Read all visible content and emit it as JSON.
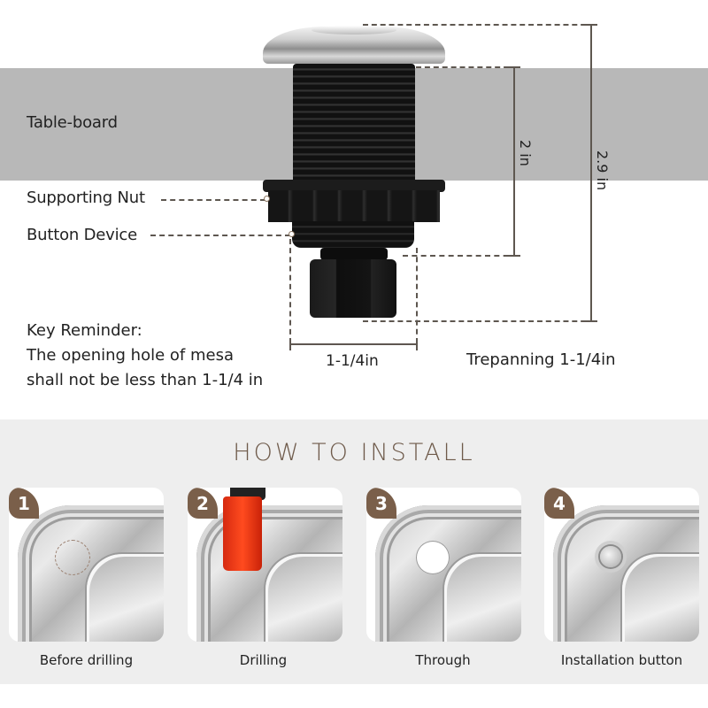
{
  "diagram": {
    "labels": {
      "table_board": "Table-board",
      "supporting_nut": "Supporting Nut",
      "button_device": "Button Device"
    },
    "reminder": {
      "title": "Key Reminder:",
      "line1": "The opening hole of mesa",
      "line2": "shall not be less than 1-1/4 in"
    },
    "dimensions": {
      "thread_height": "2 in",
      "total_height": "2.9 in",
      "nut_width": "1-1/4in",
      "trepanning": "Trepanning 1-1/4in"
    },
    "colors": {
      "board": "#b8b8b8",
      "dimension_line": "#5e5750",
      "accent_brown": "#7a5f4a",
      "install_bg": "#eeeeee"
    }
  },
  "install": {
    "title": "HOW TO INSTALL",
    "steps": [
      {
        "number": "1",
        "caption": "Before drilling"
      },
      {
        "number": "2",
        "caption": "Drilling"
      },
      {
        "number": "3",
        "caption": "Through"
      },
      {
        "number": "4",
        "caption": "Installation button"
      }
    ]
  }
}
